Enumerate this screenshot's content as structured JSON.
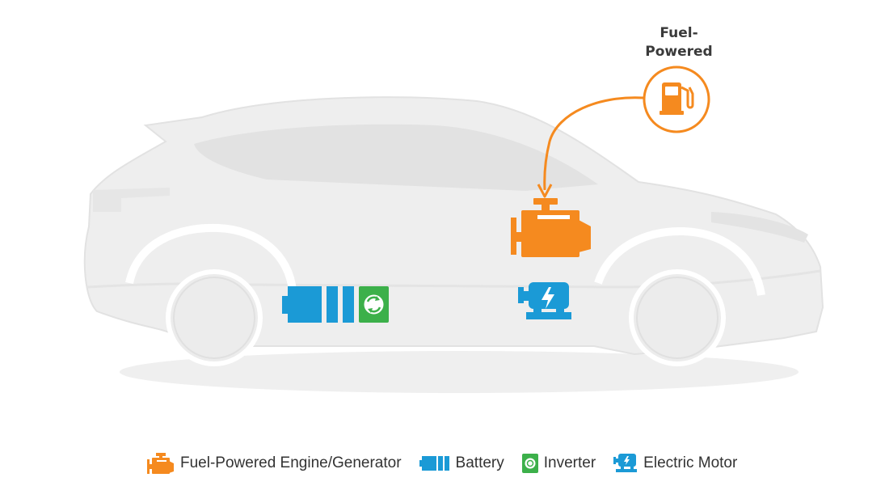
{
  "callout": {
    "line1": "Fuel-",
    "line2": "Powered"
  },
  "colors": {
    "engine": "#f58a1f",
    "battery": "#1b9ad6",
    "inverter": "#3cb04a",
    "motor": "#1b9ad6",
    "car": "#e9e9e9",
    "label": "#333333"
  },
  "icons": {
    "fuel": "fuel-pump-icon",
    "engine": "engine-icon",
    "battery": "battery-icon",
    "inverter": "inverter-icon",
    "motor": "electric-motor-icon"
  },
  "legend": [
    {
      "label": "Fuel-Powered Engine/Generator",
      "icon": "engine-icon"
    },
    {
      "label": "Battery",
      "icon": "battery-icon"
    },
    {
      "label": "Inverter",
      "icon": "inverter-icon"
    },
    {
      "label": "Electric Motor",
      "icon": "electric-motor-icon"
    }
  ]
}
